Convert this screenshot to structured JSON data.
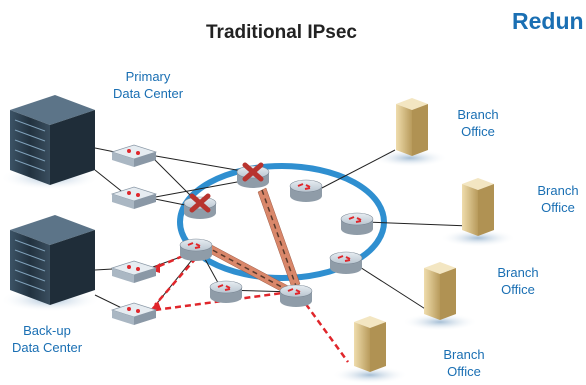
{
  "title": "Traditional IPsec",
  "corner_heading": "Redun",
  "labels": {
    "primary_dc_line1": "Primary",
    "primary_dc_line2": "Data Center",
    "backup_dc_line1": "Back-up",
    "backup_dc_line2": "Data Center",
    "branch1_line1": "Branch",
    "branch1_line2": "Office",
    "branch2_line1": "Branch",
    "branch2_line2": "Office",
    "branch3_line1": "Branch",
    "branch3_line2": "Office",
    "branch4_line1": "Branch",
    "branch4_line2": "Office"
  },
  "colors": {
    "ring": "#2f8fd0",
    "link": "#222222",
    "failed_link": "#e0262b",
    "tunnel": "#d9876a",
    "router_top": "#c9d3dc",
    "router_side": "#8f9ca8",
    "switch_top": "#e6ecf1",
    "rack": "#2b3e4f",
    "building": "#d9c08a",
    "x_mark": "#b8342f",
    "title": "#222222",
    "accent_text": "#1a6fb3"
  },
  "icons": [
    "router-icon",
    "switch-icon",
    "server-rack-icon",
    "building-icon",
    "failure-x-icon"
  ]
}
